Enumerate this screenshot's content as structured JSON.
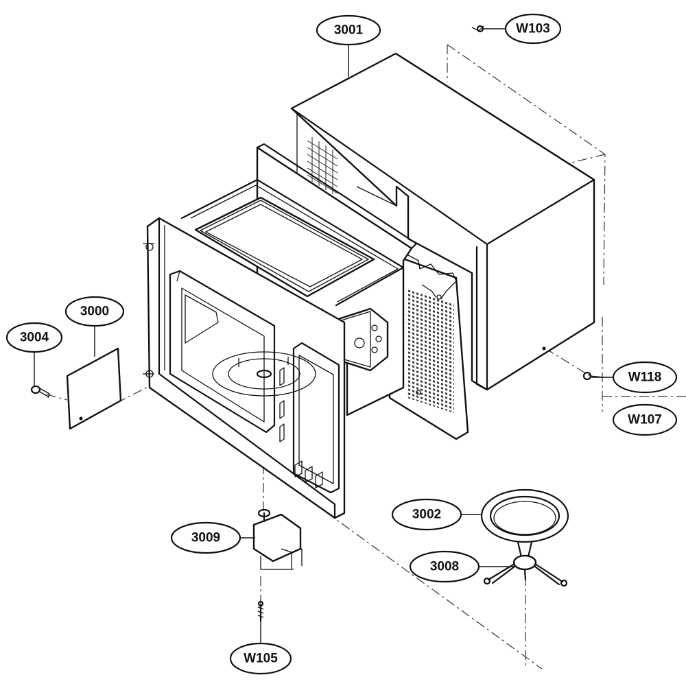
{
  "diagram": {
    "parts": [
      {
        "id": "cabinet",
        "label": "3001"
      },
      {
        "id": "screw-top",
        "label": "W103"
      },
      {
        "id": "cover-plate",
        "label": "3000"
      },
      {
        "id": "cover-screw",
        "label": "3004"
      },
      {
        "id": "screw-side",
        "label": "W118"
      },
      {
        "id": "screw-bottom-right",
        "label": "W107"
      },
      {
        "id": "glass-tray",
        "label": "3002"
      },
      {
        "id": "roller-ring",
        "label": "3008"
      },
      {
        "id": "turntable-motor",
        "label": "3009"
      },
      {
        "id": "motor-screw",
        "label": "W105"
      }
    ]
  }
}
